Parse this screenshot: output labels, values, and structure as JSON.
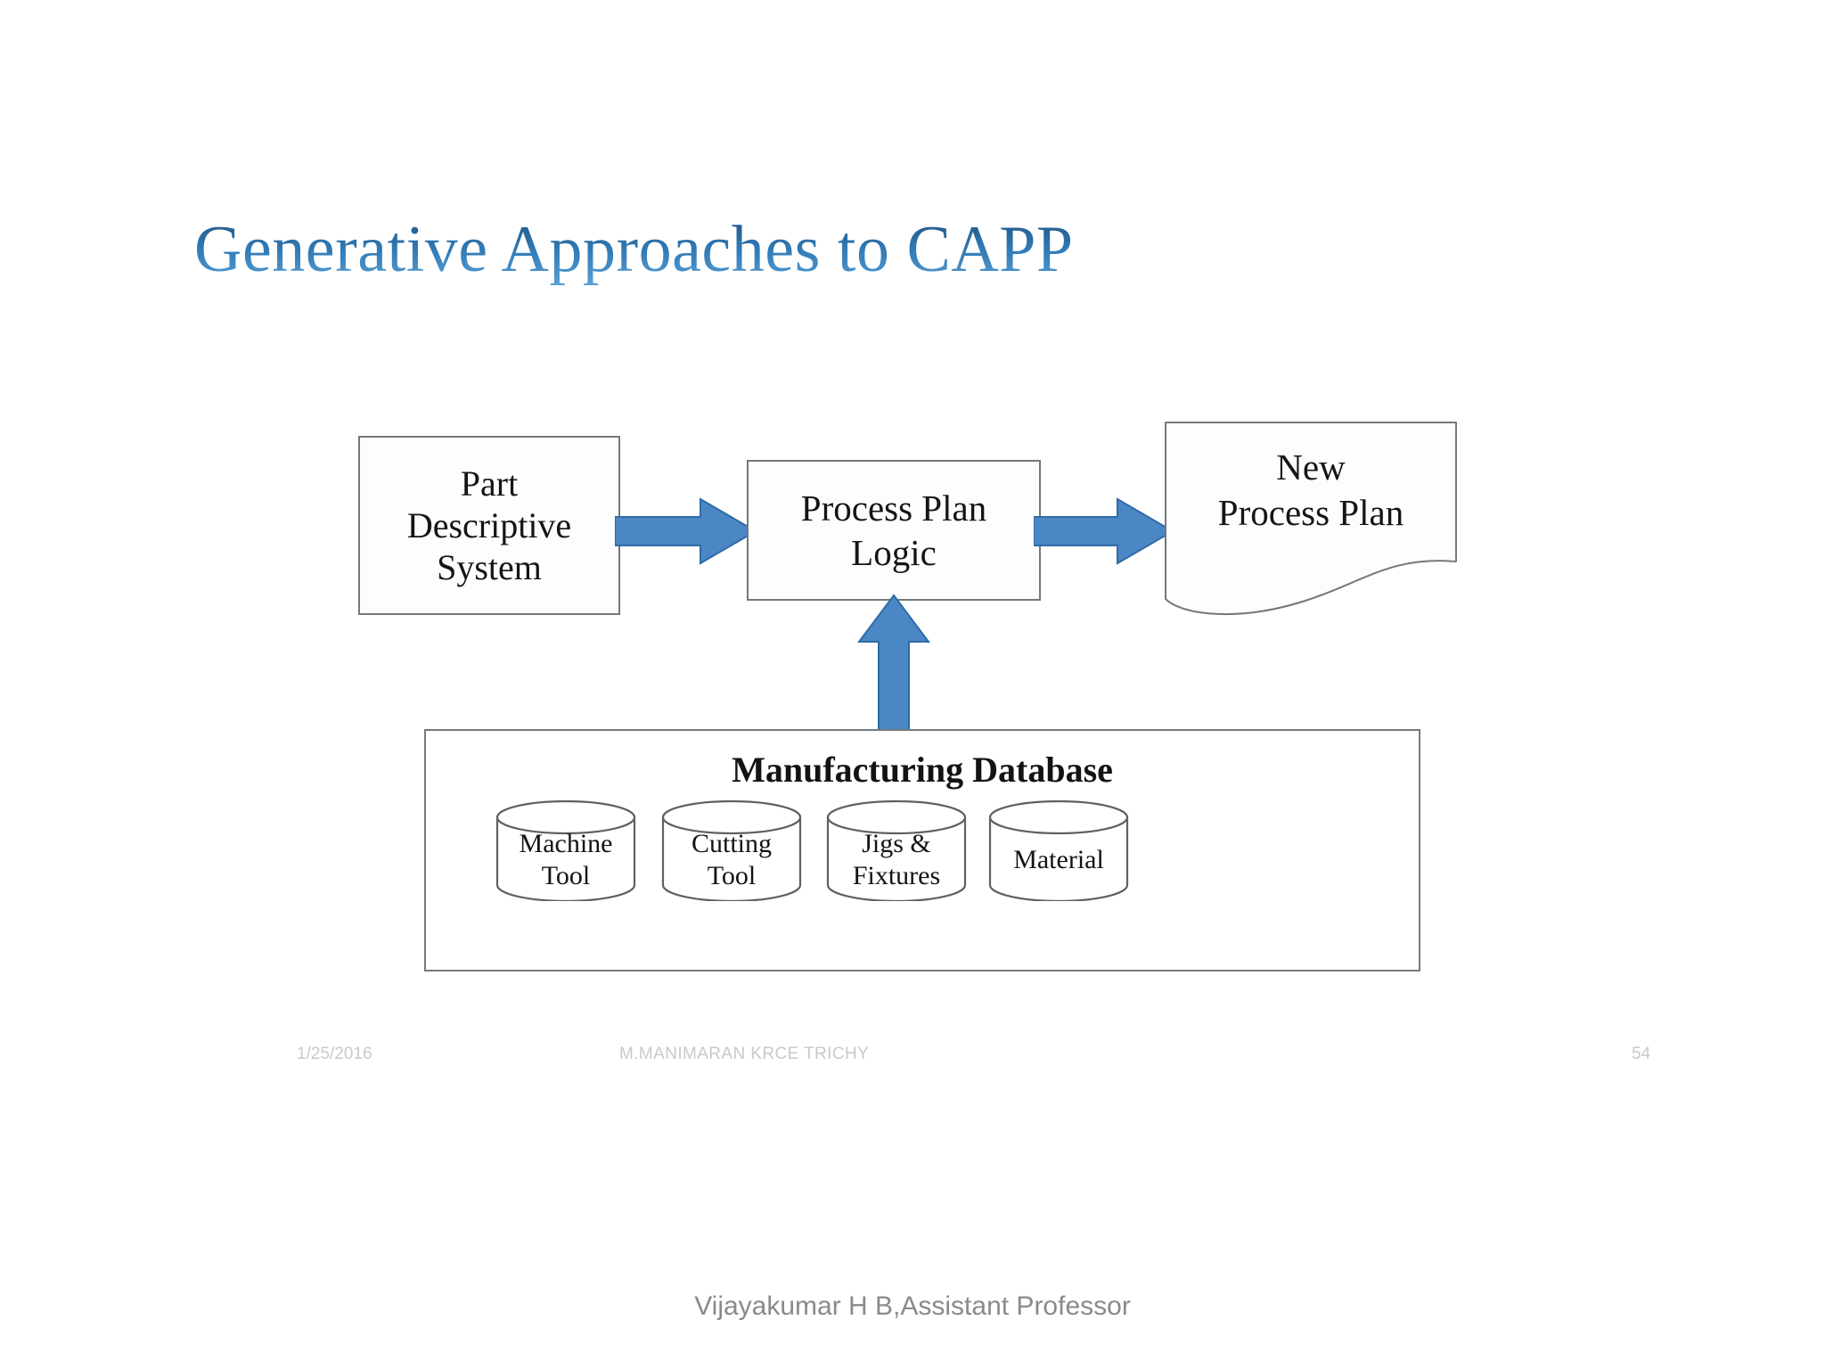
{
  "slide": {
    "title": "Generative Approaches to CAPP",
    "title_color_start": "#1f4e79",
    "title_color_end": "#5ca3d8",
    "background": "#ffffff"
  },
  "diagram": {
    "accent_color": "#4a87c4",
    "accent_outline": "#2f6ba6",
    "shape_border": "#74797d",
    "nodes": [
      {
        "id": "part-descriptive-system",
        "label": "Part\nDescriptive\nSystem",
        "shape": "rectangle"
      },
      {
        "id": "process-plan-logic",
        "label": "Process Plan\nLogic",
        "shape": "rectangle"
      },
      {
        "id": "new-process-plan",
        "label": "New\nProcess Plan",
        "shape": "document"
      }
    ],
    "arrows": [
      {
        "id": "part-to-logic",
        "from": "part-descriptive-system",
        "to": "process-plan-logic",
        "direction": "right"
      },
      {
        "id": "logic-to-newplan",
        "from": "process-plan-logic",
        "to": "new-process-plan",
        "direction": "right"
      },
      {
        "id": "database-to-logic",
        "from": "manufacturing-database",
        "to": "process-plan-logic",
        "direction": "up"
      }
    ],
    "database": {
      "title": "Manufacturing Database",
      "cylinders": [
        {
          "id": "machine-tool",
          "label": "Machine\nTool"
        },
        {
          "id": "cutting-tool",
          "label": "Cutting\nTool"
        },
        {
          "id": "jigs-fixtures",
          "label": "Jigs &\nFixtures"
        },
        {
          "id": "material",
          "label": "Material"
        }
      ]
    }
  },
  "footer": {
    "date": "1/25/2016",
    "center": "M.MANIMARAN KRCE TRICHY",
    "page_number": "54"
  },
  "caption": "Vijayakumar H B,Assistant Professor"
}
